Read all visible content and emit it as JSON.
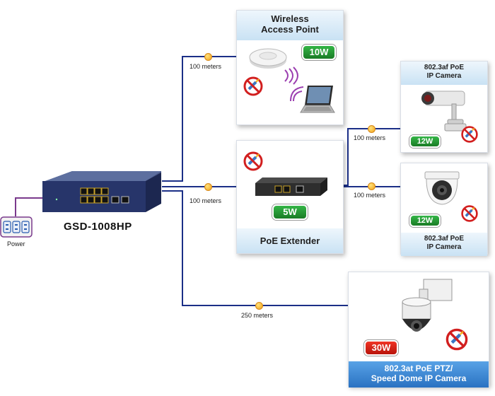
{
  "switch": {
    "model": "GSD-1008HP"
  },
  "power": {
    "label": "Power"
  },
  "wireless_ap": {
    "title_line1": "Wireless",
    "title_line2": "Access Point",
    "watt": "10W",
    "distance": "100 meters"
  },
  "extender": {
    "title": "PoE Extender",
    "watt": "5W",
    "distance": "100 meters"
  },
  "camera_top": {
    "title_line1": "802.3af PoE",
    "title_line2": "IP Camera",
    "watt": "12W",
    "distance": "100 meters"
  },
  "camera_mid": {
    "title_line1": "802.3af PoE",
    "title_line2": "IP Camera",
    "watt": "12W",
    "distance": "100 meters"
  },
  "ptz_camera": {
    "title_line1": "802.3at PoE PTZ/",
    "title_line2": "Speed Dome IP Camera",
    "watt": "30W",
    "distance": "250 meters"
  },
  "colors": {
    "link": "#1b2f87",
    "power_link": "#7a3a8c",
    "badge_green": "#1f8f30",
    "badge_red": "#d81e12",
    "ptz_band": "#2f7fd0"
  },
  "icons": [
    "no-power-plug-icon",
    "wifi-signal-icon",
    "poe-dot-icon",
    "laptop-icon",
    "power-strip-icon"
  ]
}
